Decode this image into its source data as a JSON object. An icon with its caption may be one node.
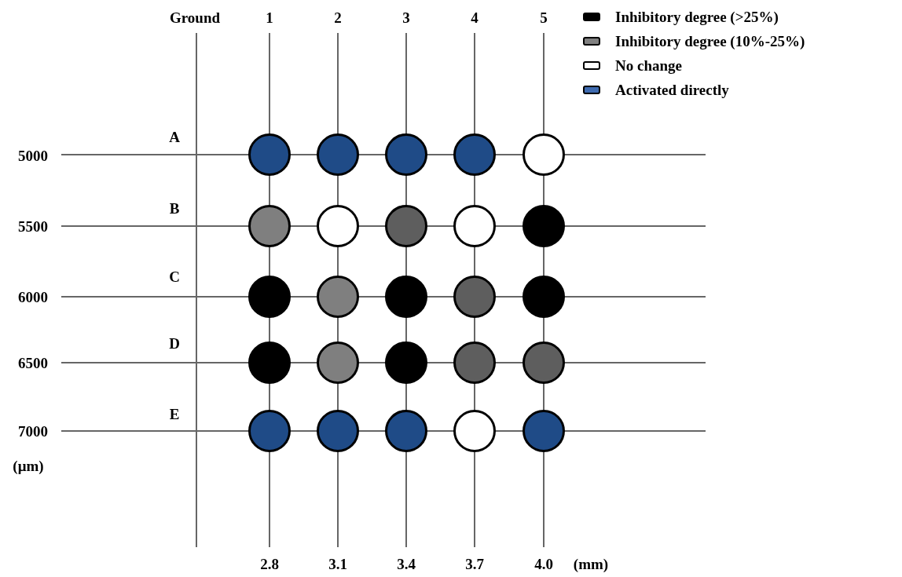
{
  "diagram": {
    "nodes": [
      {
        "text": [],
        "shape": "circle"
      },
      {
        "text": [],
        "shape": "circle"
      },
      {
        "text": [],
        "shape": "circle"
      },
      {
        "text": [],
        "shape": "circle"
      },
      {
        "text": [],
        "shape": "circle"
      },
      {
        "text": [],
        "shape": "circle"
      },
      {
        "text": [],
        "shape": "circle"
      },
      {
        "text": [],
        "shape": "circle"
      },
      {
        "text": [],
        "shape": "circle"
      },
      {
        "text": [],
        "shape": "circle"
      },
      {
        "text": [],
        "shape": "circle"
      },
      {
        "text": [],
        "shape": "circle"
      },
      {
        "text": [],
        "shape": "circle"
      },
      {
        "text": [],
        "shape": "circle"
      },
      {
        "text": [],
        "shape": "circle"
      },
      {
        "text": [],
        "shape": "circle"
      },
      {
        "text": [],
        "shape": "circle"
      },
      {
        "text": [],
        "shape": "circle"
      },
      {
        "text": [],
        "shape": "circle"
      },
      {
        "text": [],
        "shape": "circle"
      },
      {
        "text": [],
        "shape": "circle"
      },
      {
        "text": [],
        "shape": "circle"
      },
      {
        "text": [],
        "shape": "circle"
      },
      {
        "text": [],
        "shape": "circle"
      },
      {
        "text": [],
        "shape": "circle"
      }
    ],
    "labels": [
      "Ground",
      "1",
      "2",
      "3",
      "4",
      "5",
      "A",
      "5000",
      "B",
      "5500",
      "C",
      "6000",
      "D",
      "6500",
      "E",
      "7000",
      "(μm)",
      "2.8",
      "3.1",
      "3.4",
      "3.7",
      "4.0",
      "(mm)"
    ],
    "legend": [
      {
        "text": "Inhibitory degree (>25%)",
        "color": "#000000"
      },
      {
        "text": "Inhibitory degree (10%-25%)",
        "color": "#808080"
      },
      {
        "text": "No change",
        "color": "#ffffff"
      },
      {
        "text": "Activated directly",
        "color": "#3f6bb0"
      }
    ]
  }
}
